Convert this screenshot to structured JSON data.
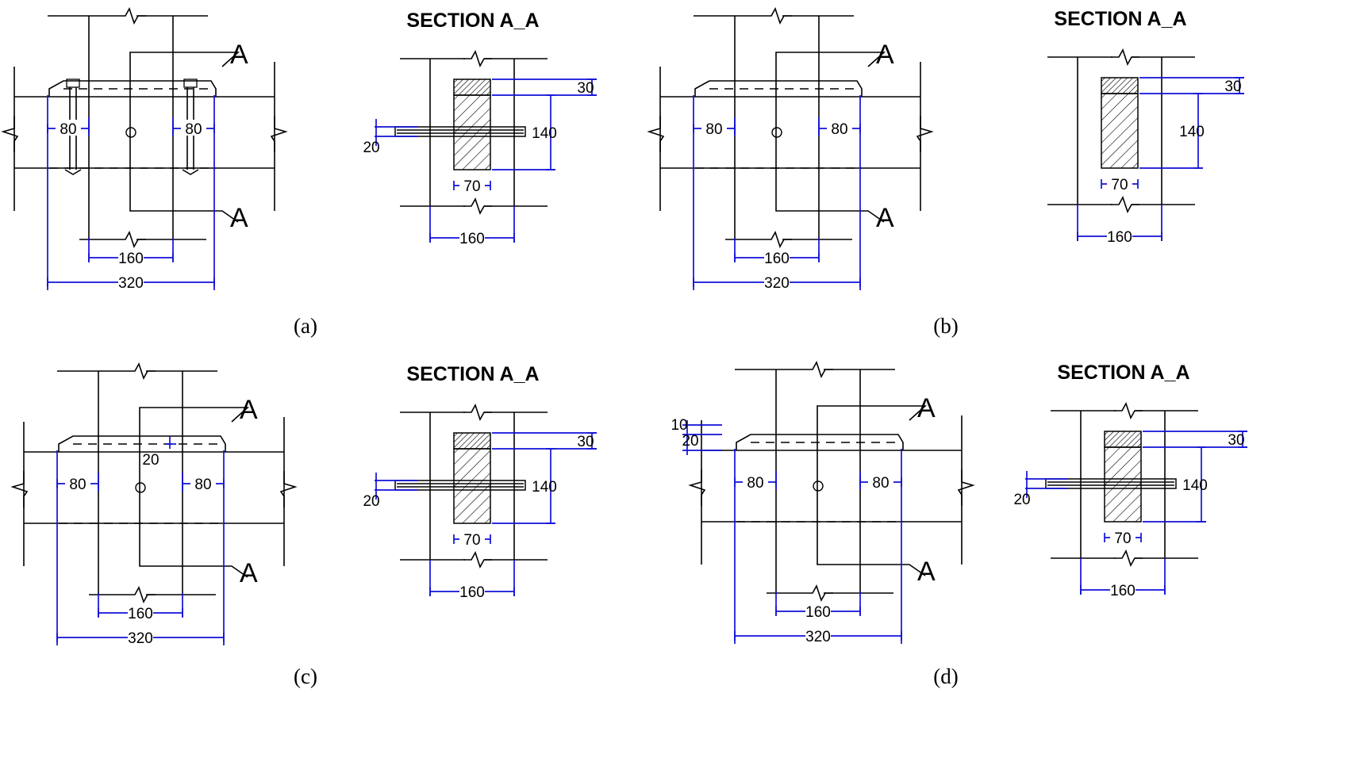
{
  "section_label": "SECTION A_A",
  "cut_label": "A",
  "panels": [
    {
      "caption": "(a)",
      "plan": {
        "left_width": "80",
        "right_width": "80",
        "inner_width": "160",
        "total_width": "320",
        "gap_upper": "",
        "gap_lower": ""
      },
      "section": {
        "top_layer": "30",
        "depth": "140",
        "width": "70",
        "overall_width": "160",
        "plate": "20",
        "has_plate": true
      }
    },
    {
      "caption": "(b)",
      "plan": {
        "left_width": "80",
        "right_width": "80",
        "inner_width": "160",
        "total_width": "320",
        "gap_upper": "",
        "gap_lower": ""
      },
      "section": {
        "top_layer": "30",
        "depth": "140",
        "width": "70",
        "overall_width": "160",
        "plate": "",
        "has_plate": false
      }
    },
    {
      "caption": "(c)",
      "plan": {
        "left_width": "80",
        "right_width": "80",
        "inner_width": "160",
        "total_width": "320",
        "gap_upper": "20",
        "gap_lower": ""
      },
      "section": {
        "top_layer": "30",
        "depth": "140",
        "width": "70",
        "overall_width": "160",
        "plate": "20",
        "has_plate": true
      }
    },
    {
      "caption": "(d)",
      "plan": {
        "left_width": "80",
        "right_width": "80",
        "inner_width": "160",
        "total_width": "320",
        "gap_upper": "10",
        "gap_lower": "20"
      },
      "section": {
        "top_layer": "30",
        "depth": "140",
        "width": "70",
        "overall_width": "160",
        "plate": "20",
        "has_plate": true
      }
    }
  ]
}
